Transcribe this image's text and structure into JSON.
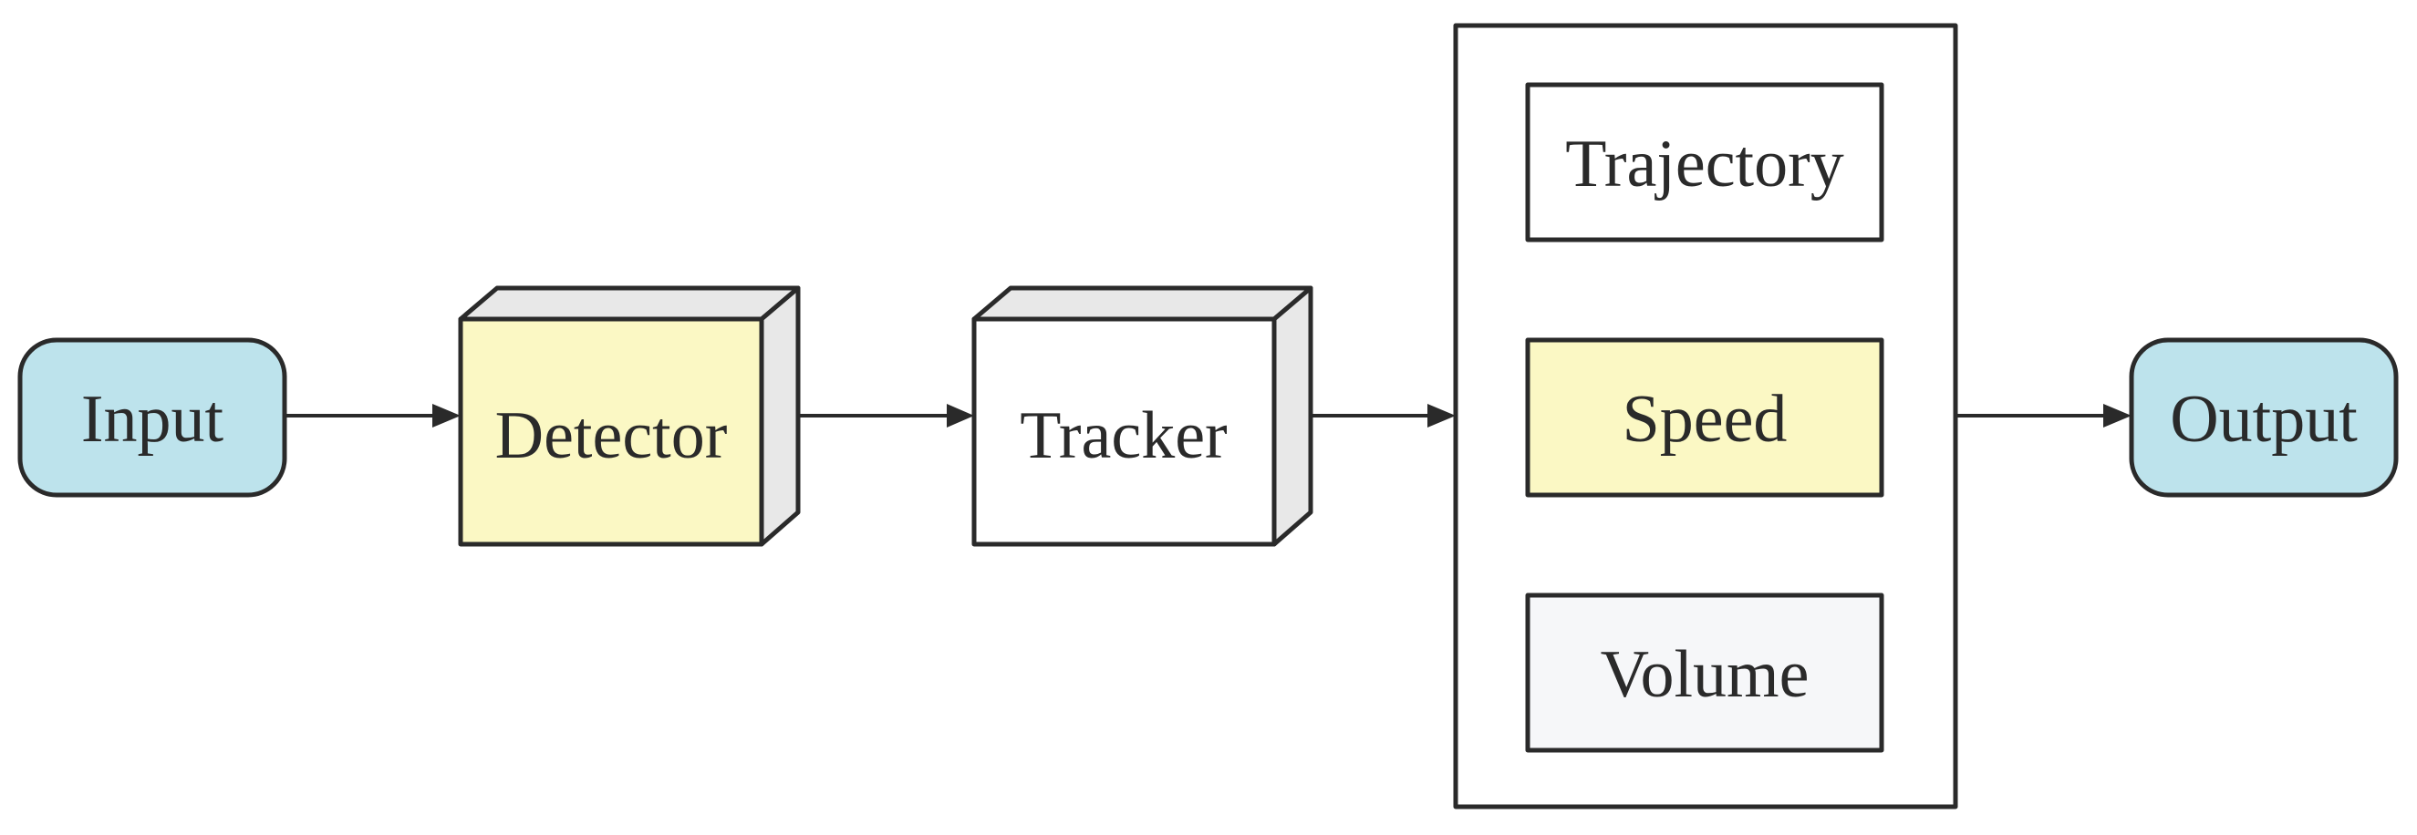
{
  "diagram": {
    "nodes": {
      "input": {
        "label": "Input",
        "fill": "#bde3ec"
      },
      "detector": {
        "label": "Detector",
        "fill": "#fbf8c4",
        "side_fill": "#e8e8e8"
      },
      "tracker": {
        "label": "Tracker",
        "fill": "#ffffff",
        "side_fill": "#e8e8e8"
      },
      "trajectory": {
        "label": "Trajectory",
        "fill": "#ffffff"
      },
      "speed": {
        "label": "Speed",
        "fill": "#fbf8c4"
      },
      "volume": {
        "label": "Volume",
        "fill": "#f6f7f9"
      },
      "output": {
        "label": "Output",
        "fill": "#bde3ec"
      }
    },
    "edges": [
      {
        "from": "input",
        "to": "detector"
      },
      {
        "from": "detector",
        "to": "tracker"
      },
      {
        "from": "tracker",
        "to": "results-group"
      },
      {
        "from": "results-group",
        "to": "output"
      }
    ],
    "colors": {
      "stroke": "#2a2a2a",
      "background": "#ffffff"
    }
  }
}
